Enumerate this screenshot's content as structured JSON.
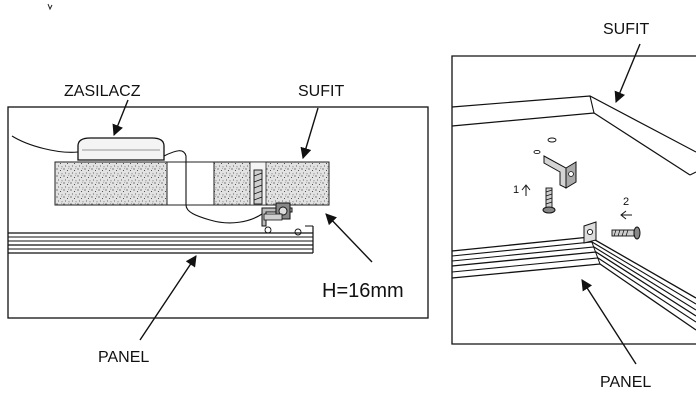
{
  "left_diagram": {
    "power_supply_label": "ZASILACZ",
    "ceiling_label": "SUFIT",
    "height_label": "H=16mm",
    "panel_label": "PANEL"
  },
  "right_diagram": {
    "ceiling_label": "SUFIT",
    "panel_label": "PANEL",
    "step_1_label": "1",
    "step_2_label": "2"
  }
}
